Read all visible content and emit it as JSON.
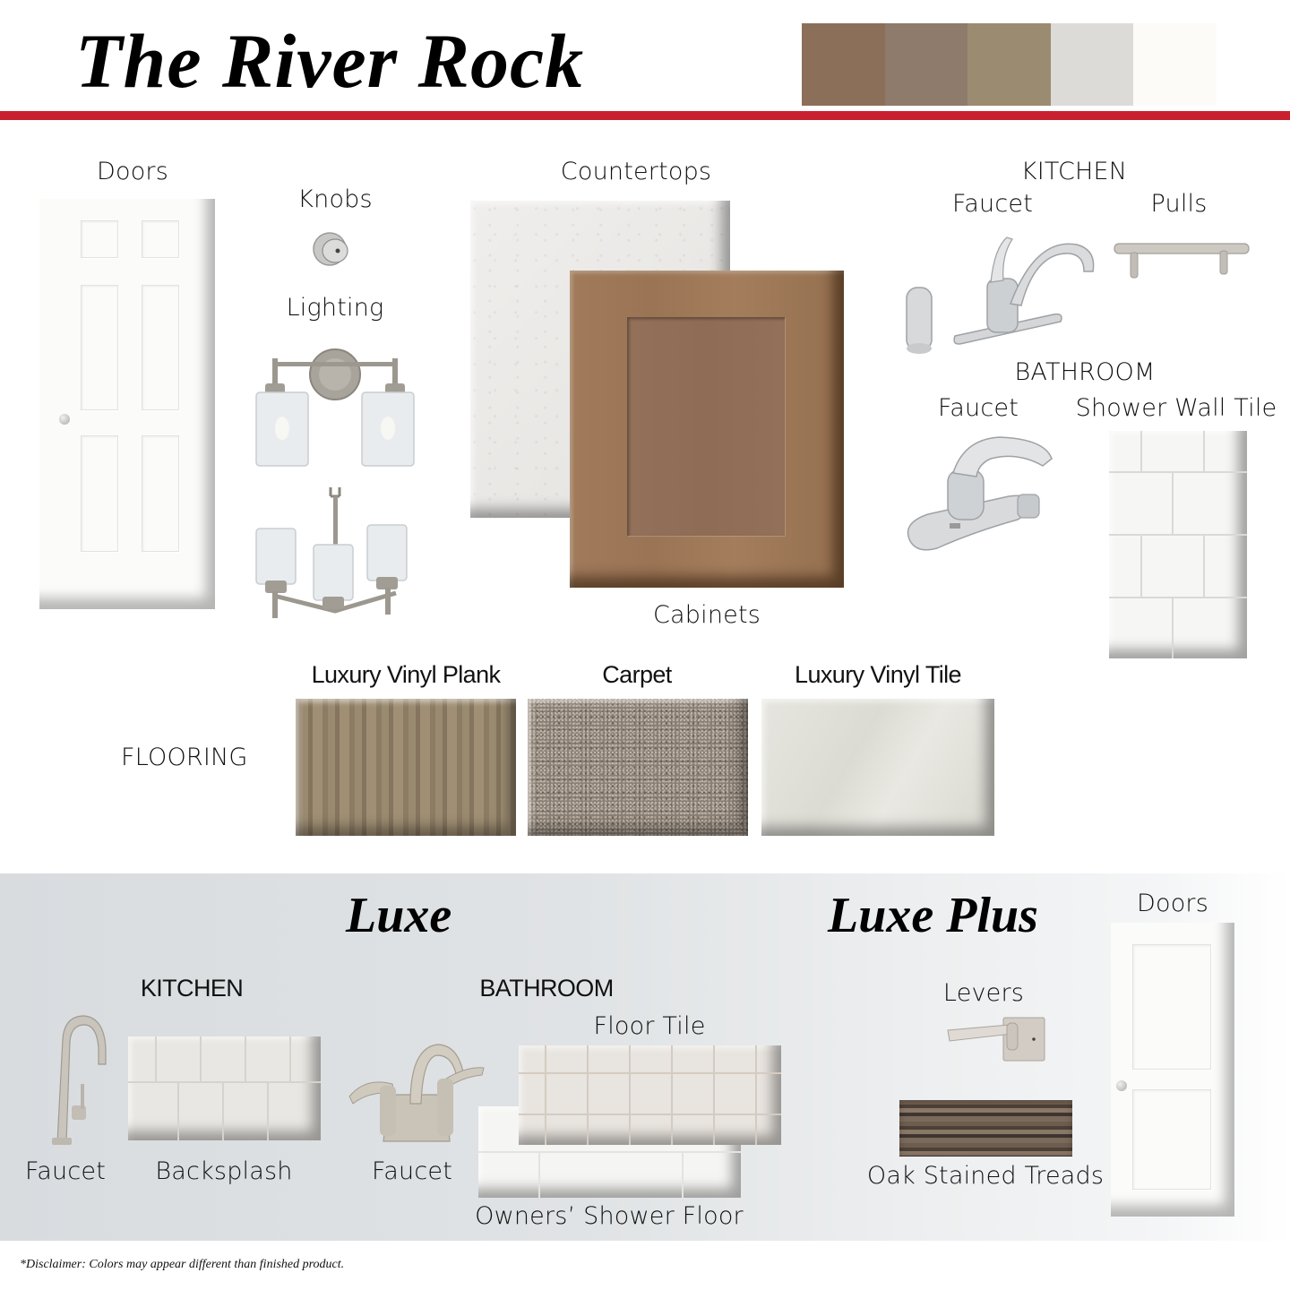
{
  "header": {
    "title": "The River Rock",
    "palette": [
      "#8b6f58",
      "#8e7b6b",
      "#9b8b71",
      "#dddbd7",
      "#fcfbf8"
    ],
    "accent_rule_color": "#c8202e"
  },
  "standard": {
    "doors": {
      "label": "Doors"
    },
    "knobs": {
      "label": "Knobs"
    },
    "lighting": {
      "label": "Lighting"
    },
    "countertops": {
      "label": "Countertops"
    },
    "cabinets": {
      "label": "Cabinets"
    },
    "kitchen": {
      "heading": "KITCHEN",
      "faucet_label": "Faucet",
      "pulls_label": "Pulls"
    },
    "bathroom": {
      "heading": "BATHROOM",
      "faucet_label": "Faucet",
      "shower_wall_tile_label": "Shower Wall Tile"
    },
    "flooring": {
      "heading": "FLOORING",
      "items": [
        {
          "label": "Luxury Vinyl Plank"
        },
        {
          "label": "Carpet"
        },
        {
          "label": "Luxury Vinyl Tile"
        }
      ]
    }
  },
  "luxe": {
    "title": "Luxe",
    "kitchen": {
      "heading": "KITCHEN",
      "faucet_label": "Faucet",
      "backsplash_label": "Backsplash"
    },
    "bathroom": {
      "heading": "BATHROOM",
      "faucet_label": "Faucet",
      "floor_tile_label": "Floor Tile",
      "owners_shower_floor_label": "Owners’ Shower Floor"
    }
  },
  "luxe_plus": {
    "title": "Luxe Plus",
    "levers_label": "Levers",
    "treads_label": "Oak Stained Treads",
    "doors_label": "Doors"
  },
  "disclaimer": "*Disclaimer: Colors may appear different than finished product."
}
